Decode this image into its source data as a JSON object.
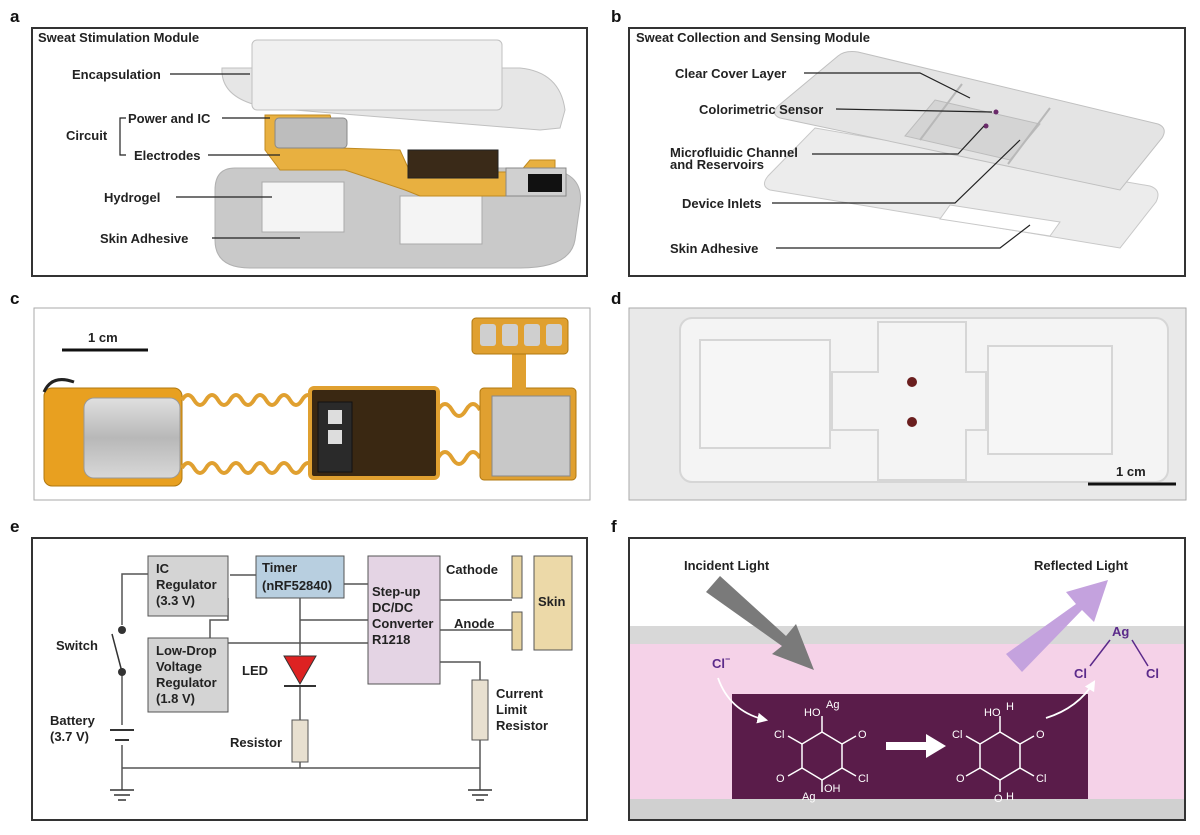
{
  "panels": {
    "a": {
      "letter": "a",
      "title": "Sweat Stimulation Module",
      "labels": {
        "encapsulation": "Encapsulation",
        "circuit": "Circuit",
        "power_ic": "Power and IC",
        "electrodes": "Electrodes",
        "hydrogel": "Hydrogel",
        "skin_adhesive": "Skin Adhesive"
      }
    },
    "b": {
      "letter": "b",
      "title": "Sweat Collection and Sensing Module",
      "labels": {
        "clear_cover": "Clear Cover Layer",
        "colorimetric": "Colorimetric Sensor",
        "microfluidic_1": "Microfluidic Channel",
        "microfluidic_2": "and Reservoirs",
        "device_inlets": "Device Inlets",
        "skin_adhesive": "Skin Adhesive"
      }
    },
    "c": {
      "letter": "c",
      "scale": "1 cm"
    },
    "d": {
      "letter": "d",
      "scale": "1 cm"
    },
    "e": {
      "letter": "e",
      "labels": {
        "ic_reg_1": "IC",
        "ic_reg_2": "Regulator",
        "ic_reg_3": "(3.3 V)",
        "timer_1": "Timer",
        "timer_2": "(nRF52840)",
        "stepup_1": "Step-up",
        "stepup_2": "DC/DC",
        "stepup_3": "Converter",
        "stepup_4": "R1218",
        "cathode": "Cathode",
        "anode": "Anode",
        "skin": "Skin",
        "switch": "Switch",
        "ldo_1": "Low-Drop",
        "ldo_2": "Voltage",
        "ldo_3": "Regulator",
        "ldo_4": "(1.8 V)",
        "led": "LED",
        "battery_1": "Battery",
        "battery_2": "(3.7 V)",
        "resistor": "Resistor",
        "current_1": "Current",
        "current_2": "Limit",
        "current_3": "Resistor"
      }
    },
    "f": {
      "letter": "f",
      "labels": {
        "incident": "Incident Light",
        "reflected": "Reflected Light",
        "cl_ion": "Cl",
        "cl_ion_sup": "−",
        "agcl_cl1": "Cl",
        "agcl_ag": "Ag",
        "agcl_cl2": "Cl",
        "m1_ho": "HO",
        "m1_ag_top": "Ag",
        "m1_cl_left": "Cl",
        "m1_o_right": "O",
        "m1_o_left": "O",
        "m1_cl_right": "Cl",
        "m1_ag_bottom": "Ag",
        "m1_oh": "OH",
        "m2_ho": "HO",
        "m2_h_top": "H",
        "m2_cl_left": "Cl",
        "m2_o_right": "O",
        "m2_o_left": "O",
        "m2_cl_right": "Cl",
        "m2_o_bottom": "O",
        "m2_h_bottom": "H"
      }
    }
  },
  "colors": {
    "panel_border": "#333333",
    "flex_pcb": "#e8a020",
    "hydrogel_pink": "#f5d2e8",
    "sensor_purple": "#5a1c4a",
    "reflected_arrow": "#c4a2de",
    "incident_arrow": "#7a7a7a"
  }
}
